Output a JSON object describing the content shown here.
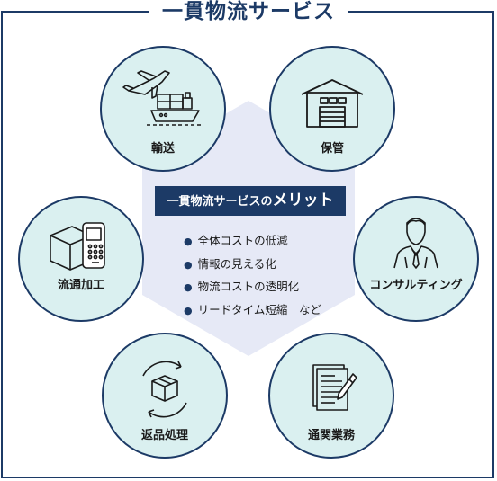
{
  "title": "一貫物流サービス",
  "merit": {
    "heading_prefix": "一貫物流サービスの",
    "heading_emphasis": "メリット",
    "items": [
      "全体コストの低減",
      "情報の見える化",
      "物流コストの透明化",
      "リードタイム短縮　など"
    ]
  },
  "services": [
    {
      "label": "輸送",
      "icon": "transport-icon"
    },
    {
      "label": "保管",
      "icon": "warehouse-icon"
    },
    {
      "label": "流通加工",
      "icon": "distribution-processing-icon"
    },
    {
      "label": "コンサルティング",
      "icon": "consultant-icon"
    },
    {
      "label": "返品処理",
      "icon": "returns-icon"
    },
    {
      "label": "通関業務",
      "icon": "customs-document-icon"
    }
  ],
  "colors": {
    "navy": "#1c3a66",
    "circle_fill": "#daf0f0",
    "hex_fill": "#e6e9f6"
  }
}
